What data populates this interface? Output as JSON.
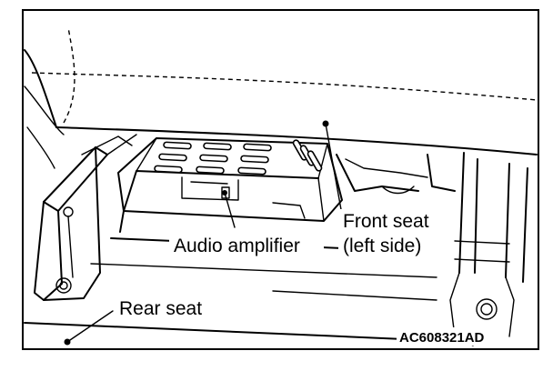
{
  "labels": {
    "front_seat_line1": "Front seat",
    "front_seat_line2": "(left side)",
    "audio_amplifier": "Audio amplifier",
    "rear_seat": "Rear seat",
    "figure_code": "AC608321AD"
  }
}
